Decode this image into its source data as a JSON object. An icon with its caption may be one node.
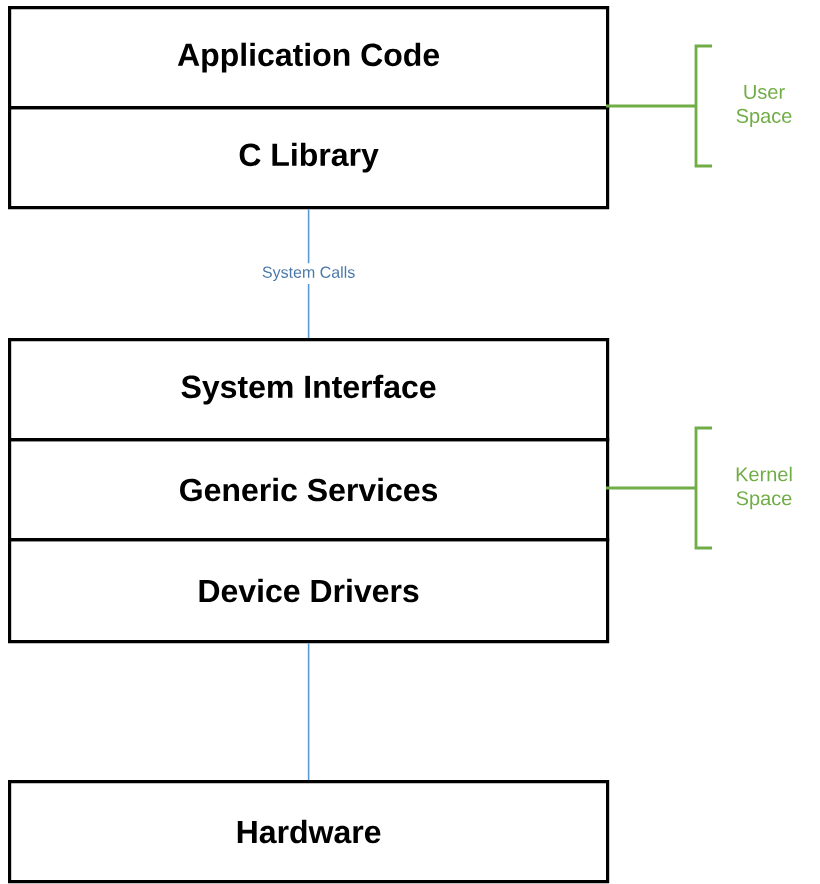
{
  "diagram": {
    "nodes": [
      {
        "text": [
          "Application Code"
        ]
      },
      {
        "text": [
          "C Library"
        ]
      },
      {
        "text": [
          "System Interface"
        ]
      },
      {
        "text": [
          "Generic Services"
        ]
      },
      {
        "text": [
          "Device Drivers"
        ]
      },
      {
        "text": [
          "Hardware"
        ]
      }
    ],
    "edges": [
      {
        "from": 1,
        "to": 2,
        "arrow": "none",
        "label": "System Calls"
      },
      {
        "from": 4,
        "to": 5,
        "arrow": "none"
      }
    ],
    "labels": [
      "User Space",
      "Kernel Space"
    ]
  }
}
